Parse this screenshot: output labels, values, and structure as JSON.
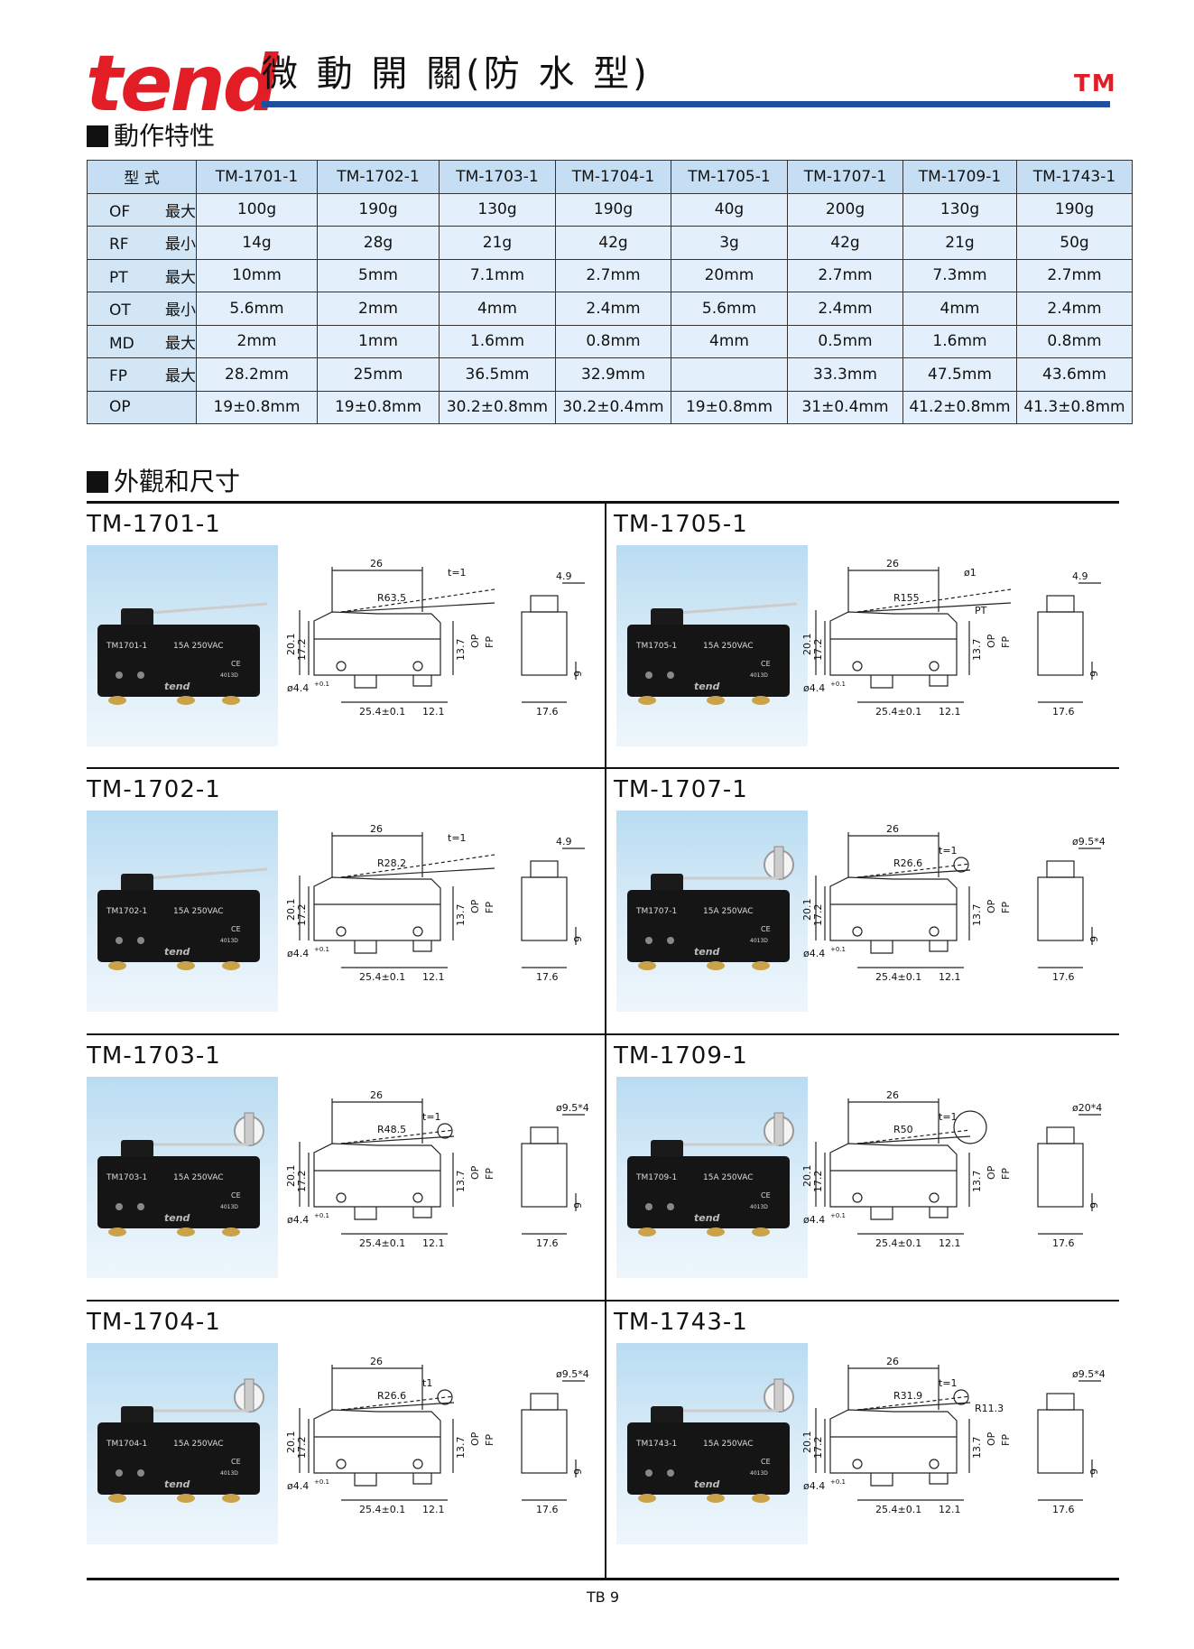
{
  "header": {
    "brand": "tend",
    "title": "微 動 開 關(防 水 型)",
    "tm": "TM"
  },
  "colors": {
    "brand_red": "#e21d25",
    "rule_blue": "#1f4e9e",
    "table_blue": "#d3e6f6"
  },
  "sections": {
    "characteristics": "動作特性",
    "dimensions": "外觀和尺寸"
  },
  "table": {
    "header_label": "型 式",
    "models": [
      "TM-1701-1",
      "TM-1702-1",
      "TM-1703-1",
      "TM-1704-1",
      "TM-1705-1",
      "TM-1707-1",
      "TM-1709-1",
      "TM-1743-1"
    ],
    "rows": [
      {
        "key": "OF",
        "qual": "最大",
        "values": [
          "100g",
          "190g",
          "130g",
          "190g",
          "40g",
          "200g",
          "130g",
          "190g"
        ]
      },
      {
        "key": "RF",
        "qual": "最小",
        "values": [
          "14g",
          "28g",
          "21g",
          "42g",
          "3g",
          "42g",
          "21g",
          "50g"
        ]
      },
      {
        "key": "PT",
        "qual": "最大",
        "values": [
          "10mm",
          "5mm",
          "7.1mm",
          "2.7mm",
          "20mm",
          "2.7mm",
          "7.3mm",
          "2.7mm"
        ]
      },
      {
        "key": "OT",
        "qual": "最小",
        "values": [
          "5.6mm",
          "2mm",
          "4mm",
          "2.4mm",
          "5.6mm",
          "2.4mm",
          "4mm",
          "2.4mm"
        ]
      },
      {
        "key": "MD",
        "qual": "最大",
        "values": [
          "2mm",
          "1mm",
          "1.6mm",
          "0.8mm",
          "4mm",
          "0.5mm",
          "1.6mm",
          "0.8mm"
        ]
      },
      {
        "key": "FP",
        "qual": "最大",
        "values": [
          "28.2mm",
          "25mm",
          "36.5mm",
          "32.9mm",
          "",
          "33.3mm",
          "47.5mm",
          "43.6mm"
        ]
      },
      {
        "key": "OP",
        "qual": "",
        "values": [
          "19±0.8mm",
          "19±0.8mm",
          "30.2±0.8mm",
          "30.2±0.4mm",
          "19±0.8mm",
          "31±0.4mm",
          "41.2±0.8mm",
          "41.3±0.8mm"
        ]
      }
    ]
  },
  "dims_common": {
    "width": "26",
    "h1": "20.1",
    "h2": "17.2",
    "h3": "13.7",
    "op": "OP",
    "fp": "FP",
    "hole": "ø4.4",
    "hole_tol": "+0.1",
    "pitch": "25.4±0.1",
    "term": "12.1",
    "depth": "17.6",
    "base": "9"
  },
  "products": [
    {
      "model": "TM-1701-1",
      "print": "TM1701-1",
      "rating": "15A 250VAC",
      "extra": [
        "R63.5",
        "t=1"
      ],
      "side": "4.9"
    },
    {
      "model": "TM-1705-1",
      "print": "TM1705-1",
      "rating": "15A 250VAC",
      "extra": [
        "R155",
        "ø1",
        "PT"
      ],
      "side": "4.9"
    },
    {
      "model": "TM-1702-1",
      "print": "TM1702-1",
      "rating": "15A 250VAC",
      "extra": [
        "R28.2",
        "t=1"
      ],
      "side": "4.9"
    },
    {
      "model": "TM-1707-1",
      "print": "TM1707-1",
      "rating": "15A 250VAC",
      "extra": [
        "R26.6",
        "t=1"
      ],
      "side": "ø9.5*4"
    },
    {
      "model": "TM-1703-1",
      "print": "TM1703-1",
      "rating": "15A 250VAC",
      "extra": [
        "R48.5",
        "t=1"
      ],
      "side": "ø9.5*4"
    },
    {
      "model": "TM-1709-1",
      "print": "TM1709-1",
      "rating": "15A 250VAC",
      "extra": [
        "R50",
        "t=1"
      ],
      "side": "ø20*4"
    },
    {
      "model": "TM-1704-1",
      "print": "TM1704-1",
      "rating": "15A 250VAC",
      "extra": [
        "R26.6",
        "t1"
      ],
      "side": "ø9.5*4"
    },
    {
      "model": "TM-1743-1",
      "print": "TM1743-1",
      "rating": "15A 250VAC",
      "extra": [
        "R31.9",
        "t=1",
        "R11.3"
      ],
      "side": "ø9.5*4"
    }
  ],
  "photo_marks": {
    "brand": "tend",
    "code": "4013D",
    "ce": "CE"
  },
  "footer": {
    "page": "TB 9"
  }
}
